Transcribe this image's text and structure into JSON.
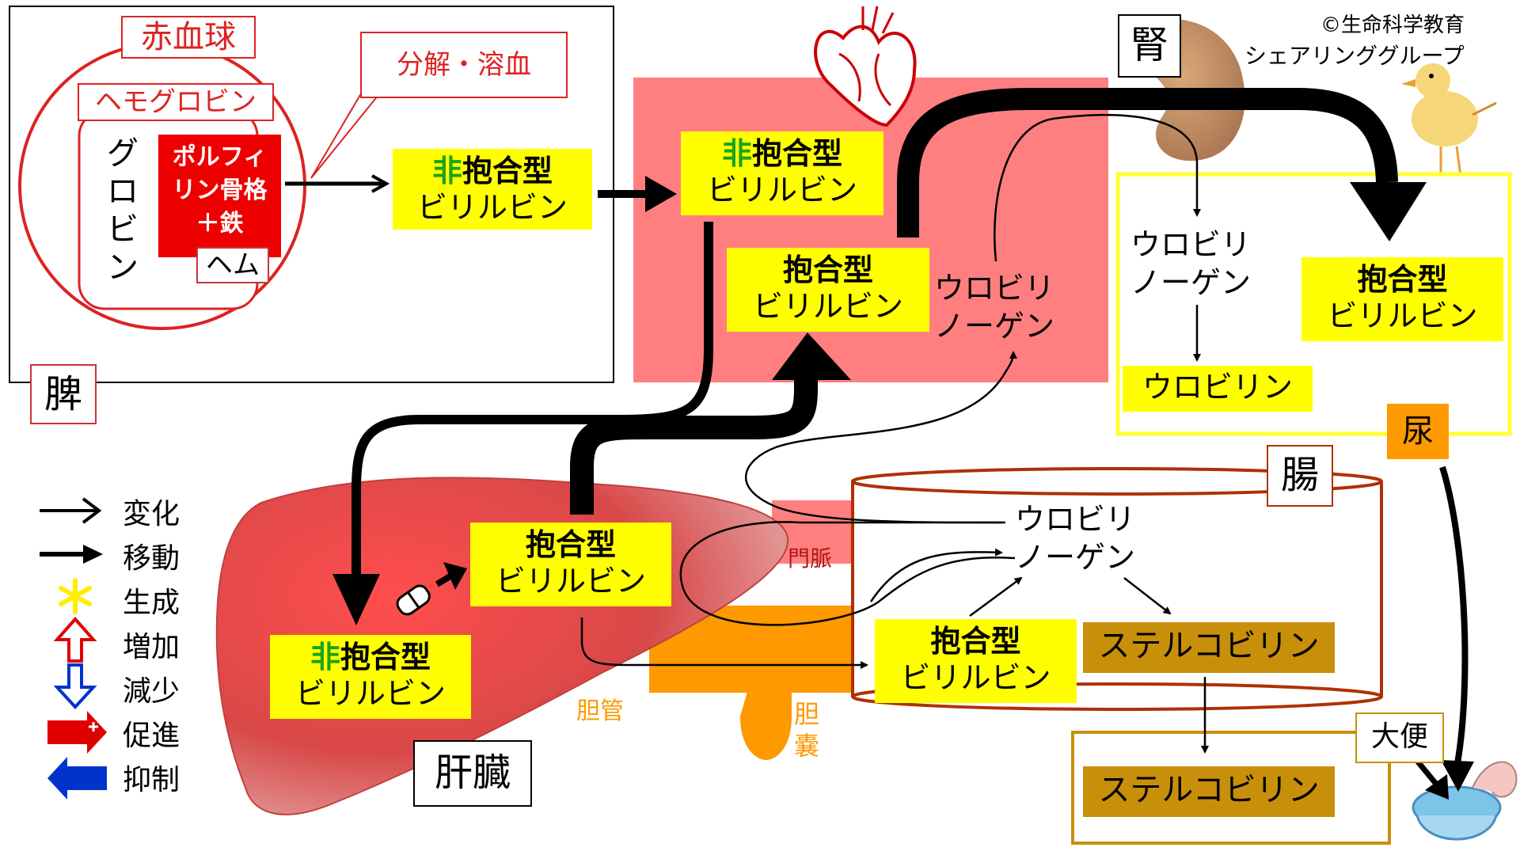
{
  "copyright": [
    "©生命科学教育",
    "シェアリンググループ"
  ],
  "organs": {
    "spleen": "脾",
    "kidney": "腎",
    "intestine": "腸",
    "liver": "肝臓",
    "urine": "尿",
    "feces": "大便",
    "portal_vein": "門脈",
    "bile_duct": "胆管",
    "gallbladder": [
      "胆",
      "嚢"
    ]
  },
  "rbc": {
    "title": "赤血球",
    "hemoglobin": "ヘモグロビン",
    "globin": [
      "グ",
      "ロ",
      "ビ",
      "ン"
    ],
    "porphyrin": [
      "ポルフィ",
      "リン骨格",
      "＋鉄"
    ],
    "heme": "ヘム",
    "callout": "分解・溶血"
  },
  "boxes": {
    "unconj_prefix": "非",
    "conj_title": "抱合型",
    "bilirubin": "ビリルビン",
    "urobilinogen": [
      "ウロビリ",
      "ノーゲン"
    ],
    "urobilin": "ウロビリン",
    "stercobilin": "ステルコビリン"
  },
  "legend": [
    {
      "icon": "change-arrow-icon",
      "label": "変化"
    },
    {
      "icon": "move-arrow-icon",
      "label": "移動"
    },
    {
      "icon": "generate-star-icon",
      "label": "生成"
    },
    {
      "icon": "increase-arrow-icon",
      "label": "増加"
    },
    {
      "icon": "decrease-arrow-icon",
      "label": "減少"
    },
    {
      "icon": "promote-arrow-icon",
      "label": "促進"
    },
    {
      "icon": "inhibit-arrow-icon",
      "label": "抑制"
    }
  ],
  "colors": {
    "blood": "#ff7f80",
    "highlight": "#ffff00",
    "stercobilin": "#c8900a",
    "bile": "#ff9900",
    "rbc_red": "#dd2222",
    "intestine_border": "#b03000",
    "kidney_border": "#ffff33"
  }
}
